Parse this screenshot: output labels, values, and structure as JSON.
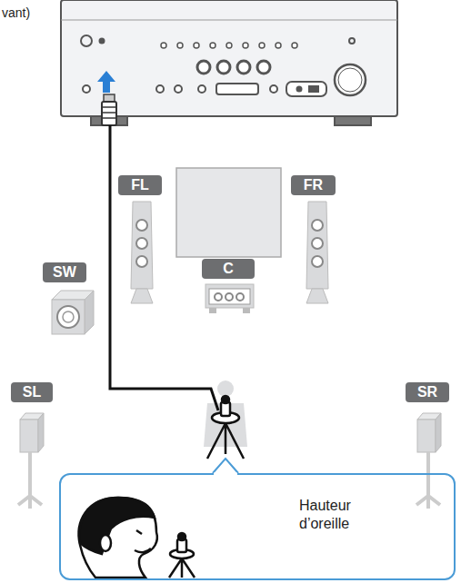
{
  "diagram": {
    "nodes": [
      {
        "text": [
          "FL"
        ]
      },
      {
        "text": [
          "FR"
        ]
      },
      {
        "text": [
          "SW"
        ]
      },
      {
        "text": [
          "C"
        ]
      },
      {
        "text": [
          "SL"
        ]
      },
      {
        "text": [
          "SR"
        ]
      },
      {
        "text": [
          "Hauteur d’oreille"
        ]
      }
    ],
    "labels": [
      "vant)"
    ]
  }
}
